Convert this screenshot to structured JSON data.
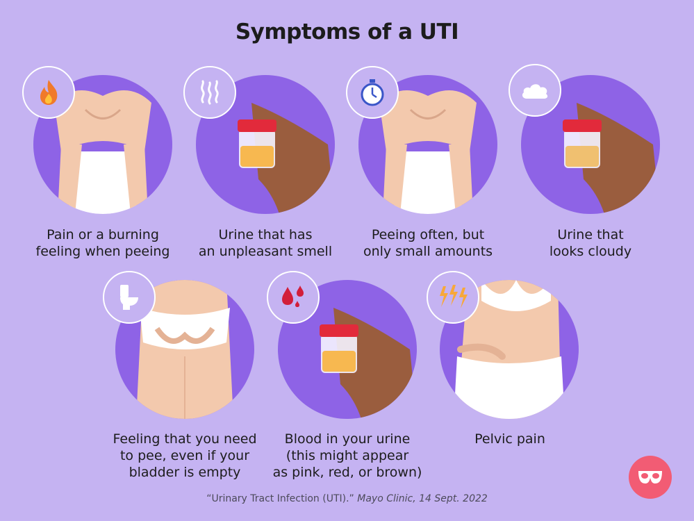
{
  "title": "Symptoms of a UTI",
  "symptoms": [
    {
      "caption": "Pain or a burning\nfeeling when peeing",
      "icon": "fire-icon"
    },
    {
      "caption": "Urine that has\nan unpleasant smell",
      "icon": "odor-icon"
    },
    {
      "caption": "Peeing often, but\nonly small amounts",
      "icon": "stopwatch-icon"
    },
    {
      "caption": "Urine that\nlooks cloudy",
      "icon": "cloud-icon"
    },
    {
      "caption": "Feeling that you need\nto pee, even if your\nbladder is empty",
      "icon": "toilet-icon"
    },
    {
      "caption": "Blood in your urine\n(this might appear\nas pink, red, or brown)",
      "icon": "blood-drops-icon"
    },
    {
      "caption": "Pelvic pain",
      "icon": "lightning-icon"
    }
  ],
  "citation": {
    "text": "“Urinary Tract Infection (UTI).” ",
    "source": "Mayo Clinic, 14 Sept. 2022"
  },
  "colors": {
    "background": "#c5b3f2",
    "circle": "#8e63e6",
    "logo": "#f25c74"
  }
}
